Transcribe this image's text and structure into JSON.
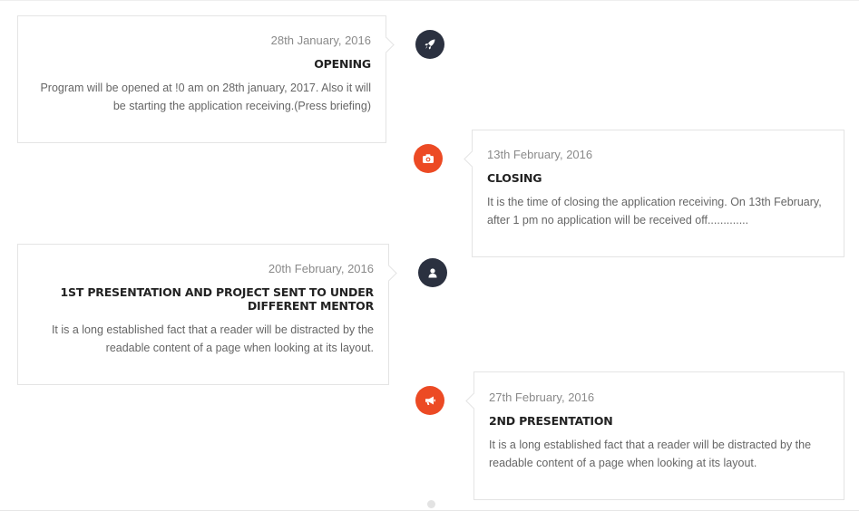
{
  "timeline": {
    "events": [
      {
        "date": "28th January, 2016",
        "title": "OPENING",
        "description": "Program will be opened at !0 am on 28th january, 2017. Also it will be starting the application receiving.(Press briefing)",
        "icon": "rocket-icon",
        "icon_color": "#2b3140"
      },
      {
        "date": "13th February, 2016",
        "title": "CLOSING",
        "description": "It is the time of closing the application receiving. On 13th February, after 1 pm no application will be received off.............",
        "icon": "camera-icon",
        "icon_color": "#ec4a24"
      },
      {
        "date": "20th February, 2016",
        "title": "1ST PRESENTATION AND PROJECT SENT TO UNDER DIFFERENT MENTOR",
        "description": "It is a long established fact that a reader will be distracted by the readable content of a page when looking at its layout.",
        "icon": "user-icon",
        "icon_color": "#2b3140"
      },
      {
        "date": "27th February, 2016",
        "title": "2ND PRESENTATION",
        "description": "It is a long established fact that a reader will be distracted by the readable content of a page when looking at its layout.",
        "icon": "megaphone-icon",
        "icon_color": "#ec4a24"
      }
    ]
  }
}
